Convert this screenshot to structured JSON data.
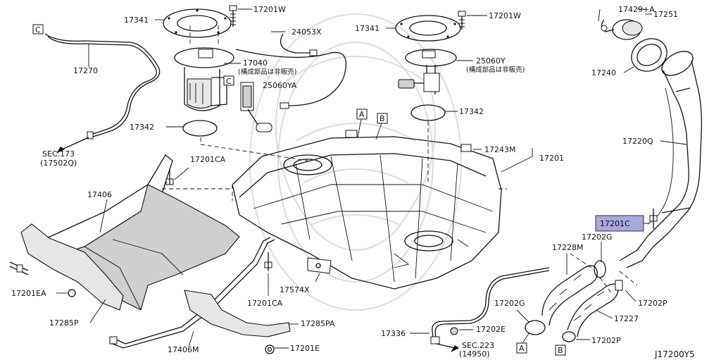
{
  "diagram_id": "J17200Y5",
  "callouts": {
    "A": "A",
    "B": "B",
    "C": "C"
  },
  "labels": {
    "p17341_a": "17341",
    "p17201W_a": "17201W",
    "p24053X": "24053X",
    "p17040": "17040",
    "p17040_note": "(構成部品は非販売)",
    "p25060YA": "25060YA",
    "p17270": "17270",
    "p17342_a": "17342",
    "sec173": "SEC.173",
    "sec173_ref": "(17502Q)",
    "p17341_b": "17341",
    "p17201W_b": "17201W",
    "p25060Y": "25060Y",
    "p25060Y_note": "(構成部品は非販売)",
    "p17342_b": "17342",
    "p17243M": "17243M",
    "p17201": "17201",
    "p17201CA_a": "17201CA",
    "p17406": "17406",
    "p17201EA": "17201EA",
    "p17285P": "17285P",
    "p17574X": "17574X",
    "p17201CA_b": "17201CA",
    "p17285PA": "17285PA",
    "p17406M": "17406M",
    "p17201E_a": "17201E",
    "p17429A": "17429+A",
    "p17251": "17251",
    "p17240": "17240",
    "p17220Q": "17220Q",
    "p17201C": "17201C",
    "p17202G_a": "17202G",
    "p17228M": "17228M",
    "p17202G_b": "17202G",
    "p17202P_a": "17202P",
    "p17227": "17227",
    "p17202E": "17202E",
    "p17336": "17336",
    "sec223": "SEC.223",
    "sec223_ref": "(14950)",
    "p17202P_b": "17202P"
  },
  "colors": {
    "highlight": "#a9a9e0",
    "line": "#111111",
    "shade": "#cfcfcf"
  }
}
